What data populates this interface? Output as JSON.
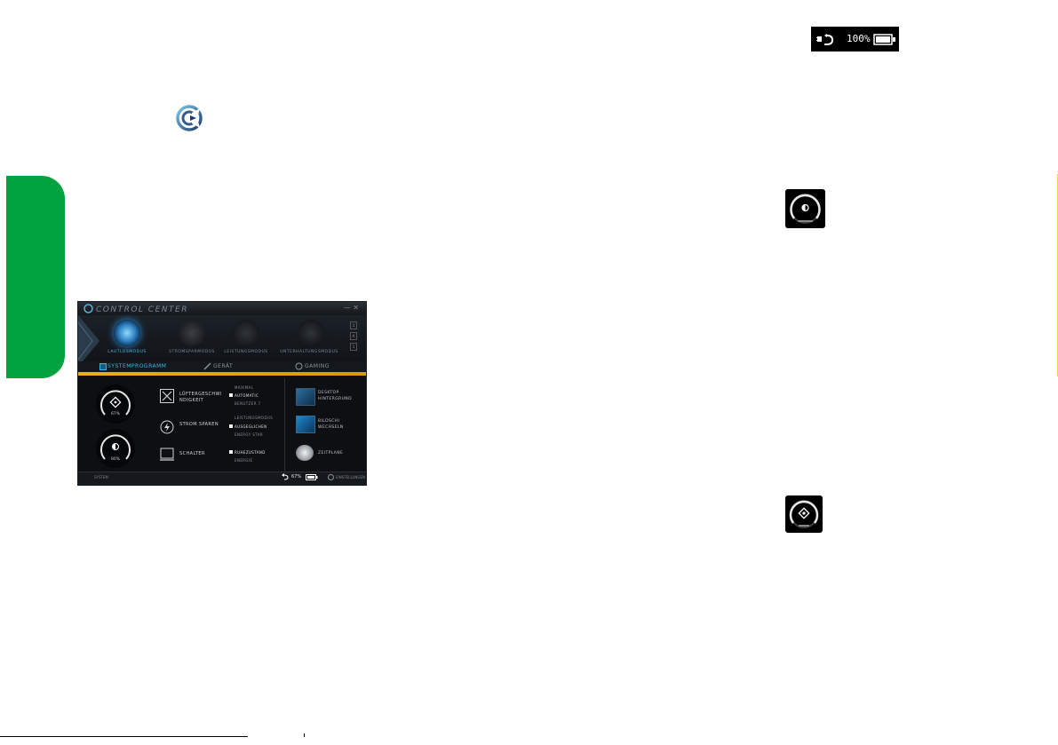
{
  "control_center": {
    "title": "CONTROL CENTER",
    "modes": [
      {
        "label": "LAUTLOSMODUS",
        "active": true
      },
      {
        "label": "STROMSPARMODUS",
        "active": false
      },
      {
        "label": "LEISTUNGSMODUS",
        "active": false
      },
      {
        "label": "UNTERHALTUNGSMODUS",
        "active": false
      }
    ],
    "side_buttons": [
      "1",
      "A",
      "1"
    ],
    "tabs": [
      "SYSTEMPROGRAMM",
      "GERÄT",
      "GAMING"
    ],
    "gauges": [
      {
        "label": "67%",
        "icon": "fan-icon"
      },
      {
        "label": "80%",
        "icon": "brightness-icon"
      }
    ],
    "features": [
      {
        "label_line1": "LÜFTERGESCHWI",
        "label_line2": "NDIGKEIT",
        "options": [
          "MAXIMAL",
          "AUTOMATIC",
          "BENUTZER 7"
        ],
        "selected": 1
      },
      {
        "label_line1": "STROM SPAREN",
        "label_line2": "",
        "options": [
          "LEISTUNGSMODUS",
          "AUSGEGLICHEN",
          "ENERGY STAR"
        ],
        "selected": 1
      },
      {
        "label_line1": "SCHALTER",
        "label_line2": "",
        "options": [
          "RUHEZUSTAND",
          "ENERGIE"
        ],
        "selected": 0
      }
    ],
    "utilities": [
      {
        "label_line1": "DESKTOP",
        "label_line2": "HINTERGRUND"
      },
      {
        "label_line1": "BILDSCHI",
        "label_line2": "WECHSELN"
      },
      {
        "label_line1": "ZEITPLANE",
        "label_line2": ""
      }
    ],
    "status": {
      "left": "SYSTEM",
      "battery": "67%",
      "right": "EINSTELLUNGEN"
    }
  },
  "power": {
    "battery_percent": "100%"
  },
  "colors": {
    "tab_green": "#00a33f",
    "accent_gold": "#e3b120",
    "accent_blue": "#3ab6e6"
  }
}
